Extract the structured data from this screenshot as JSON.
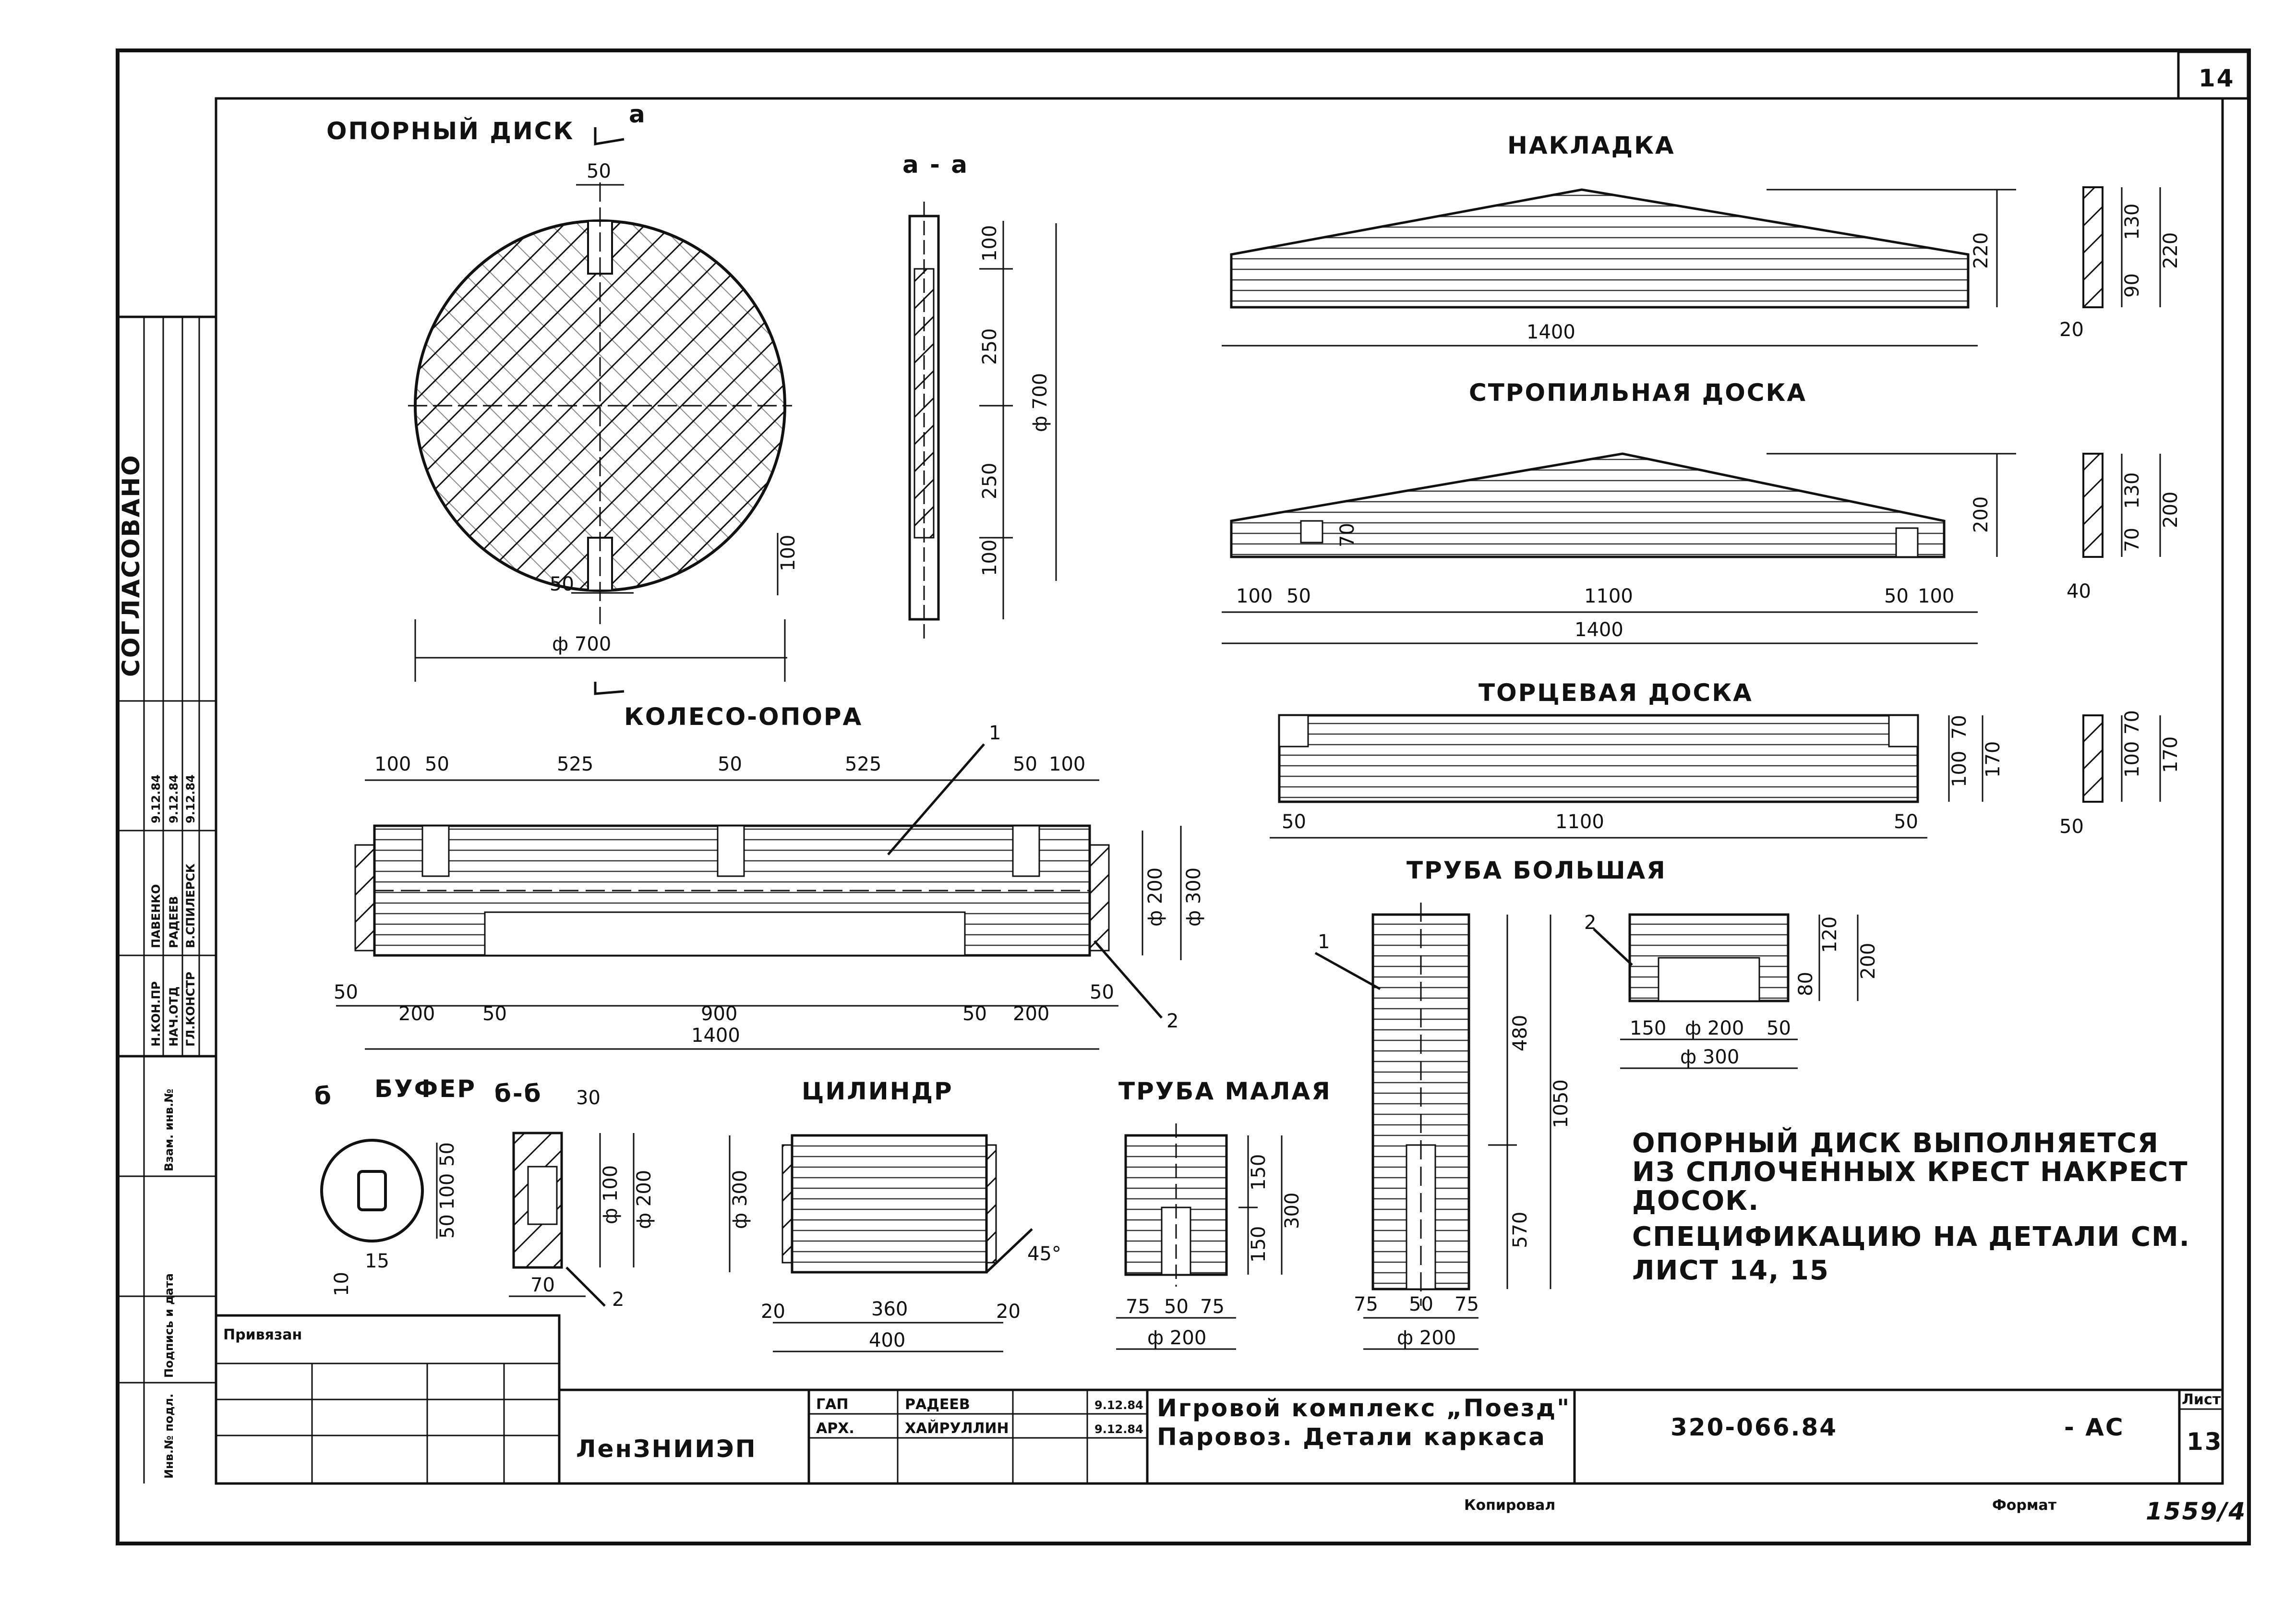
{
  "sheet_number_top": "14",
  "side_stamp": {
    "agreed": "СОГЛАСОВАНО",
    "rows": [
      {
        "role": "Н.КОН.ПР",
        "name": "ПАВЕНКО",
        "date": "9.12.84"
      },
      {
        "role": "НАЧ.ОТД",
        "name": "РАДЕЕВ",
        "date": "9.12.84"
      },
      {
        "role": "ГЛ.КОНСТР",
        "name": "В.СПИЛЕРСК",
        "date": "9.12.84"
      }
    ],
    "columns": [
      "Инв.№ подл.",
      "Подпись и дата",
      "Взам. инв.№"
    ]
  },
  "views": {
    "support_disk": {
      "title": "ОПОРНЫЙ ДИСК",
      "section_mark": "а",
      "dims": {
        "slot_top": "50",
        "slot_bottom": "50",
        "slot_depth": "100",
        "diameter": "ф 700"
      }
    },
    "section_aa": {
      "title": "а - а",
      "dims": [
        "100",
        "250",
        "250",
        "100"
      ],
      "diameter": "ф 700"
    },
    "overlay": {
      "title": "НАКЛАДКА",
      "length": "1400",
      "height": "220",
      "side_dims": [
        "130",
        "90",
        "220",
        "20"
      ]
    },
    "rafter_board": {
      "title": "СТРОПИЛЬНАЯ ДОСКА",
      "dims": [
        "100",
        "50",
        "1100",
        "50",
        "100"
      ],
      "length": "1400",
      "height": "200",
      "notch": "70",
      "side_dims": [
        "130",
        "70",
        "200",
        "40"
      ]
    },
    "end_board": {
      "title": "ТОРЦЕВАЯ ДОСКА",
      "dims": [
        "50",
        "1100",
        "50"
      ],
      "heights": [
        "70",
        "100",
        "170"
      ],
      "side_dims": [
        "100",
        "70",
        "170",
        "50"
      ]
    },
    "wheel_support": {
      "title": "КОЛЕСО-ОПОРА",
      "leader_top": "1",
      "leader_bottom": "2",
      "top_dims": [
        "100",
        "50",
        "525",
        "50",
        "525",
        "50",
        "100"
      ],
      "bottom_dims": [
        "50",
        "200",
        "50",
        "900",
        "50",
        "200",
        "50"
      ],
      "length": "1400",
      "diam_inner": "ф 200",
      "diam_outer": "ф 300"
    },
    "big_pipe": {
      "title": "ТРУБА БОЛЬШАЯ",
      "leader_1": "1",
      "leader_2": "2",
      "dims": [
        "480",
        "1050",
        "570"
      ],
      "bottom_dims": [
        "75",
        "50",
        "75"
      ],
      "diameter": "ф 200",
      "cap_dims": [
        "150",
        "ф 200",
        "50",
        "ф 300"
      ],
      "cap_heights": [
        "120",
        "80",
        "200"
      ]
    },
    "buffer": {
      "title": "БУФЕР",
      "section": "б-б",
      "mark": "б",
      "dims": [
        "30",
        "50",
        "100",
        "50",
        "ф 100",
        "ф 200",
        "15",
        "10",
        "70",
        "2"
      ]
    },
    "cylinder": {
      "title": "ЦИЛИНДР",
      "diameter": "ф 300",
      "dims": [
        "20",
        "360",
        "20"
      ],
      "length": "400",
      "angle": "45°"
    },
    "small_pipe": {
      "title": "ТРУБА МАЛАЯ",
      "heights": [
        "150",
        "150",
        "300"
      ],
      "bottom_dims": [
        "75",
        "50",
        "75"
      ],
      "diameter": "ф 200"
    }
  },
  "notes": [
    "ОПОРНЫЙ ДИСК ВЫПОЛНЯЕТСЯ",
    "ИЗ СПЛОЧЕННЫХ КРЕСТ НАКРЕСТ",
    "ДОСОК.",
    "СПЕЦИФИКАЦИЮ НА ДЕТАЛИ СМ.",
    "ЛИСТ 14, 15"
  ],
  "title_block": {
    "bound": "Привязан",
    "org": "ЛенЗНИИЭП",
    "staff": [
      {
        "role": "ГАП",
        "name": "РАДЕЕВ",
        "date": "9.12.84"
      },
      {
        "role": "АРХ.",
        "name": "ХАЙРУЛЛИН",
        "date": "9.12.84"
      }
    ],
    "project_line1": "Игровой комплекс „Поезд\"",
    "project_line2": "Паровоз. Детали каркаса",
    "code": "320-066.84",
    "stage": "- АС",
    "sheet_label": "Лист",
    "sheet_number": "13"
  },
  "footer": {
    "copied": "Копировал",
    "format_label": "Формат",
    "format_value": "1559/4"
  }
}
